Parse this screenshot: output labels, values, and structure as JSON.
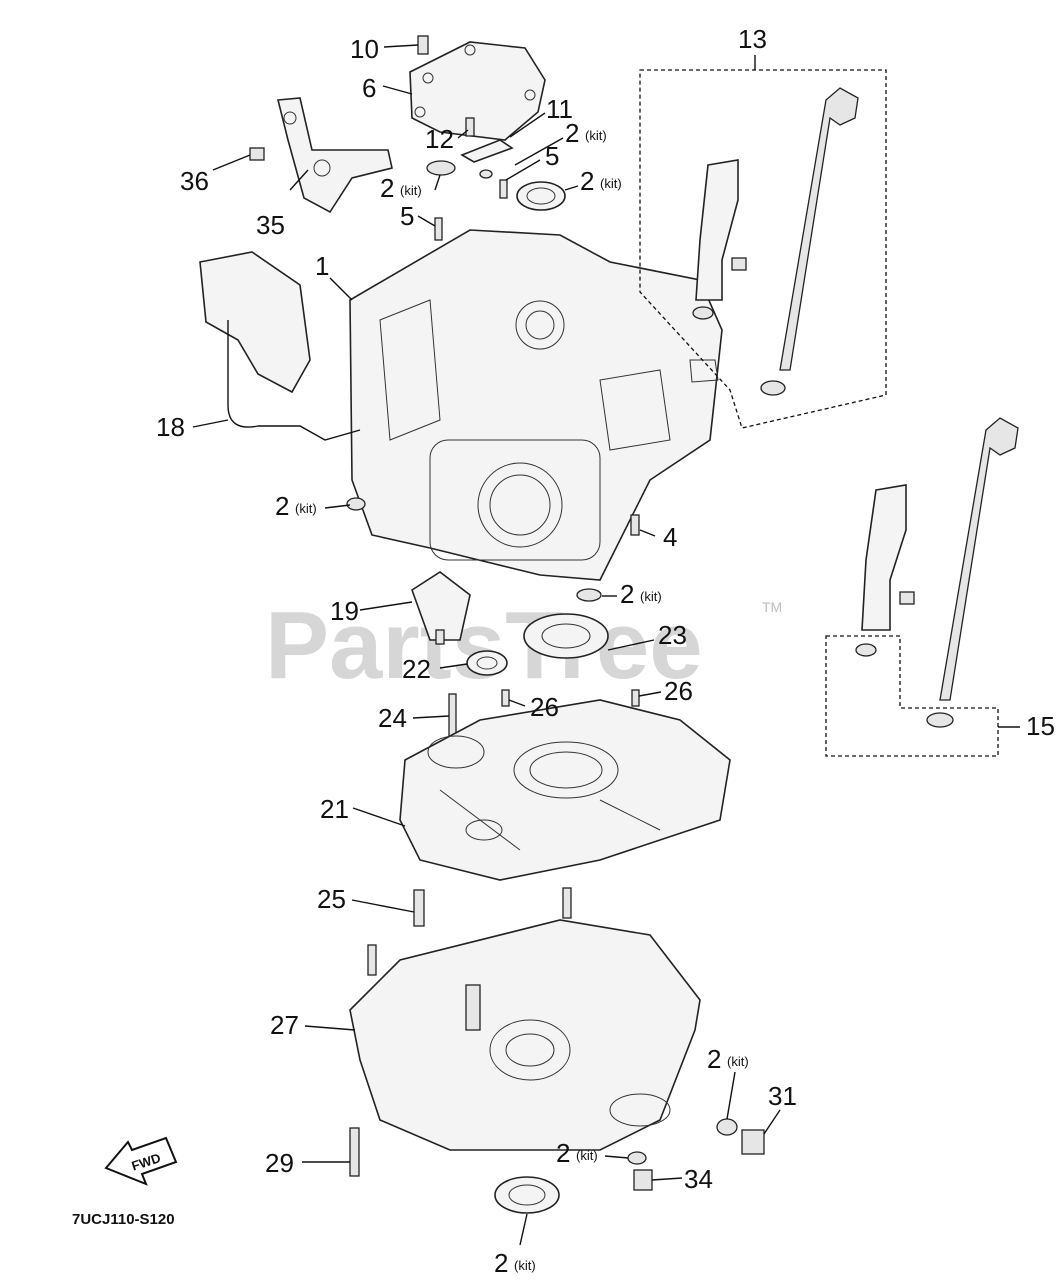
{
  "watermark": {
    "brand": "PartsTree",
    "trademark": "TM"
  },
  "diagram_code": "7UCJ110-S120",
  "fwd_label": "FWD",
  "kit_text": "(kit)",
  "callouts": [
    {
      "id": "c10",
      "num": "10",
      "kit": false
    },
    {
      "id": "c6",
      "num": "6",
      "kit": false
    },
    {
      "id": "c11",
      "num": "11",
      "kit": false
    },
    {
      "id": "c12",
      "num": "12",
      "kit": false
    },
    {
      "id": "c2a",
      "num": "2",
      "kit": true
    },
    {
      "id": "c5a",
      "num": "5",
      "kit": false
    },
    {
      "id": "c2b",
      "num": "2",
      "kit": true
    },
    {
      "id": "c2c",
      "num": "2",
      "kit": true
    },
    {
      "id": "c36",
      "num": "36",
      "kit": false
    },
    {
      "id": "c35",
      "num": "35",
      "kit": false
    },
    {
      "id": "c5b",
      "num": "5",
      "kit": false
    },
    {
      "id": "c1",
      "num": "1",
      "kit": false
    },
    {
      "id": "c13",
      "num": "13",
      "kit": false
    },
    {
      "id": "c18",
      "num": "18",
      "kit": false
    },
    {
      "id": "c2d",
      "num": "2",
      "kit": true
    },
    {
      "id": "c4",
      "num": "4",
      "kit": false
    },
    {
      "id": "c19",
      "num": "19",
      "kit": false
    },
    {
      "id": "c2e",
      "num": "2",
      "kit": true
    },
    {
      "id": "c23",
      "num": "23",
      "kit": false
    },
    {
      "id": "c22",
      "num": "22",
      "kit": false
    },
    {
      "id": "c15",
      "num": "15",
      "kit": false
    },
    {
      "id": "c24",
      "num": "24",
      "kit": false
    },
    {
      "id": "c26a",
      "num": "26",
      "kit": false
    },
    {
      "id": "c26b",
      "num": "26",
      "kit": false
    },
    {
      "id": "c21",
      "num": "21",
      "kit": false
    },
    {
      "id": "c25",
      "num": "25",
      "kit": false
    },
    {
      "id": "c27",
      "num": "27",
      "kit": false
    },
    {
      "id": "c2f",
      "num": "2",
      "kit": true
    },
    {
      "id": "c31",
      "num": "31",
      "kit": false
    },
    {
      "id": "c2g",
      "num": "2",
      "kit": true
    },
    {
      "id": "c34",
      "num": "34",
      "kit": false
    },
    {
      "id": "c29",
      "num": "29",
      "kit": false
    },
    {
      "id": "c2h",
      "num": "2",
      "kit": true
    }
  ]
}
